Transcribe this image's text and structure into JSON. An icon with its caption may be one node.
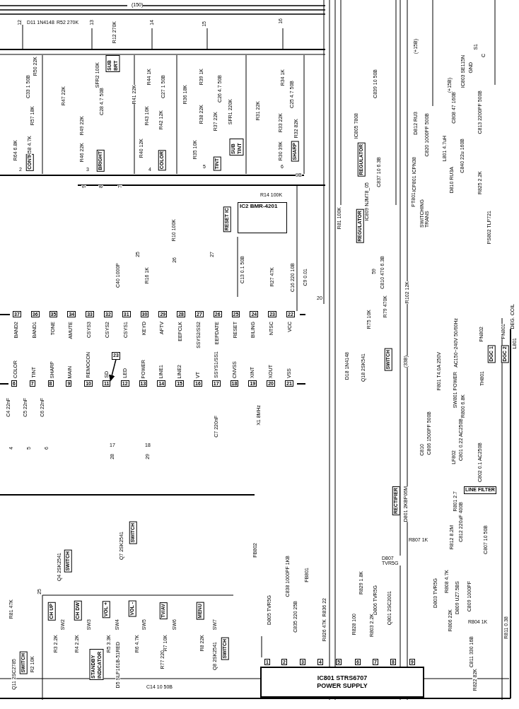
{
  "diagram": {
    "nodes": [
      {
        "text": [
          "CONT"
        ]
      },
      {
        "text": [
          "BRIGHT"
        ]
      },
      {
        "text": [
          "COLOR"
        ]
      },
      {
        "text": [
          "TINT"
        ]
      },
      {
        "text": [
          "SHARP"
        ]
      },
      {
        "text": [
          "SUB BRT"
        ]
      },
      {
        "text": [
          "SUB TINT"
        ]
      },
      {
        "text": [
          "RESET IC"
        ]
      },
      {
        "text": [
          "REGULATOR"
        ]
      },
      {
        "text": [
          "REGULATOR"
        ]
      },
      {
        "text": [
          "SWITCH"
        ]
      },
      {
        "text": [
          "DGC 1"
        ]
      },
      {
        "text": [
          "DGC 2"
        ]
      },
      {
        "text": [
          "RECTIFIER"
        ]
      },
      {
        "text": [
          "LINE FILTER"
        ]
      },
      {
        "text": [
          "SWITCH"
        ]
      },
      {
        "text": [
          "SWITCH"
        ]
      },
      {
        "text": [
          "CH UP"
        ]
      },
      {
        "text": [
          "CH DW"
        ]
      },
      {
        "text": [
          "VOL +"
        ]
      },
      {
        "text": [
          "VOL -"
        ]
      },
      {
        "text": [
          "TV/AV"
        ]
      },
      {
        "text": [
          "MENU"
        ]
      },
      {
        "text": [
          "STANDBY INDICATOR"
        ]
      },
      {
        "text": [
          "SWITCH"
        ]
      },
      {
        "text": [
          "SWITCH"
        ]
      },
      {
        "text": [
          "23"
        ]
      },
      {
        "text": [
          "IC801 STRS6707",
          "POWER SUPPLY"
        ]
      },
      {
        "text": [
          "IC2 BMR-4201"
        ]
      },
      {
        "text": [
          "11"
        ]
      }
    ],
    "edges": [
      {
        "from": 26,
        "to": 29,
        "arrow": "to"
      }
    ],
    "labels": [
      "(150)",
      "12",
      "D11 1N4148",
      "R52 270K",
      "13",
      "R12 270K",
      "14",
      "15",
      "16",
      "R64 6.8K",
      "C33 1 50B",
      "R58 4.7K",
      "R57 18K",
      "R50 22K",
      "R47 22K",
      "R49 22K",
      "R46 22K",
      "SFR2 100K",
      "C28 4.7 50B",
      "R41 22K",
      "R40 12K",
      "R43 10K",
      "R44 1K",
      "R42 12K",
      "C27 1 50B",
      "R36 18K",
      "R35 10K",
      "R39 1K",
      "R38 22K",
      "R37 22K",
      "C26 4.7 50B",
      "SFR1 220K",
      "R31 22K",
      "R30 39K",
      "R33 22K",
      "R34 1K",
      "C25 4.7 50B",
      "R32 82K",
      "2",
      "3",
      "4",
      "5",
      "6",
      "9B",
      "9",
      "8",
      "7",
      "R14 100K",
      "R10 100K",
      "25",
      "26",
      "27",
      "C40 1000P",
      "R16 1K",
      "C13 0.1 50B",
      "R27 47K",
      "C16 220 10B",
      "C9 0.01",
      "20",
      "59",
      "C810 470 6.3B",
      "R81 100K",
      "R79 470K",
      "R75 10K",
      "D18 1N4148",
      "Q18 2SK541",
      "R102 12K",
      "(33B)",
      "(+15B)",
      "C839 10 50B",
      "IC805 7808",
      "C837 10 6.3B",
      "IC809 NJM78_05",
      "D812 RU3",
      "C820 1000PF 500B",
      "ICP801 ICPN38",
      "PT801",
      "SWITCHING TRANS",
      "(+15B)",
      "C808 47 160B",
      "IC803 SE115N",
      "S1",
      "C",
      "GND",
      "C813 2200PF 500B",
      "L801 4.7uH",
      "C840 22u 160B",
      "D810 RU3A",
      "R825 2.2K",
      "PS802 TLP721",
      "DEG. COIL",
      "AC150~240V 50/60Hz",
      "PN802",
      "PN801",
      "L801",
      "F801 T4.0A 250V",
      "SW801 POWER",
      "TH801",
      "C806 1500PF 500B",
      "R800 6.8K",
      "C810",
      "LF802",
      "C801 0.22 AC250B",
      "C802 0.1 AC250B",
      "R801 2.7",
      "D801 2KBP06M",
      "C812 220uF 400B",
      "R812 8.2M",
      "C807 10 50B",
      "R807 1K",
      "D807 TVR5G",
      "C838 1000PF 1KB",
      "FB801",
      "R829 1.8K",
      "D806 TVR5G",
      "Q801 2SC2001",
      "D803 TVR5G",
      "R808 4.7K",
      "D809 UZ7.5BS",
      "C809 1000PF",
      "R806 22K",
      "R804 1K",
      "R811 0.38",
      "C811 330 16B",
      "R822 82K",
      "D805 TVR5G",
      "C835 220 25B",
      "R836 22",
      "R826 47K",
      "R828 100",
      "R803 2.2K",
      "FB802",
      "Q7 2SK2541",
      "Q4 2SK2541",
      "25",
      "R81 47K",
      "SW2",
      "SW3",
      "SW4",
      "SW5",
      "SW6",
      "SW7",
      "R3 2.2K",
      "R4 2.2K",
      "R5 3.3K",
      "R6 4.7K",
      "R7 10K",
      "R8 22K",
      "D5 SLP161B-51RED",
      "R77 220",
      "Q8 2SK2541",
      "Q11 2SC2785",
      "R2 10K",
      "C14 10 50B",
      "C4 22nF",
      "C5 22nF",
      "C6 22nF",
      "4",
      "5",
      "6",
      "17",
      "18",
      "28",
      "29",
      "C7 220nF",
      "X1 8MHz",
      "37",
      "36",
      "35",
      "34",
      "33",
      "32",
      "31",
      "30",
      "29",
      "28",
      "27",
      "26",
      "25",
      "24",
      "23",
      "22",
      "BAND2",
      "BAND1",
      "TONE",
      "AMUTE",
      "CSYS3",
      "CSYS2",
      "CSYS1",
      "KEYD",
      "AFTV",
      "EEPCLK",
      "SSYS2/SS2",
      "EEPDATE",
      "RESET",
      "BILING",
      "NTSC",
      "VCC",
      "6",
      "7",
      "8",
      "9",
      "10",
      "12",
      "13",
      "14",
      "15",
      "16",
      "17",
      "18",
      "19",
      "20",
      "21",
      "COLOR",
      "TINT",
      "SHARP",
      "MAIN",
      "REMOCON",
      "SD",
      "LED",
      "POWER",
      "LINE1",
      "LINE2",
      "VT",
      "SSYS1/SS1",
      "CNVSS",
      "XINT",
      "XOUT",
      "VSS",
      "1",
      "2",
      "3",
      "4",
      "5",
      "6",
      "7",
      "8",
      "9"
    ]
  }
}
